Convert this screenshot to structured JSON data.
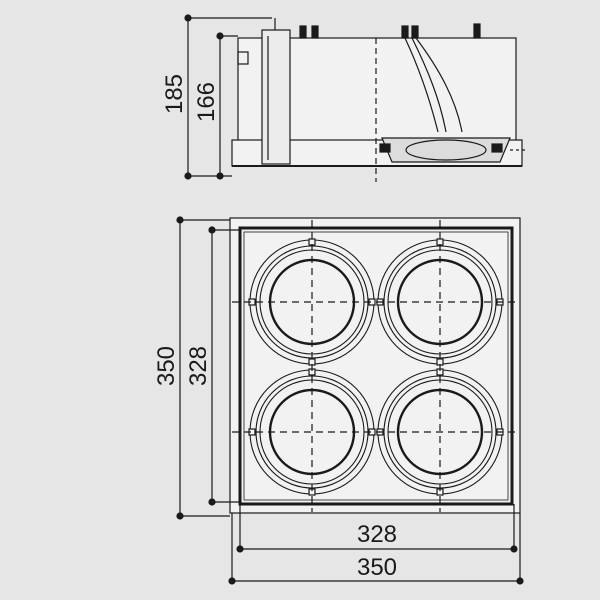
{
  "drawing": {
    "colors": {
      "background": "#e6e6e6",
      "line": "#1a1a1a",
      "panel": "#f2f2f2"
    },
    "side_view": {
      "height_total": "185",
      "height_body": "166"
    },
    "top_view": {
      "outer_height": "350",
      "inner_height": "328",
      "inner_width": "328",
      "outer_width": "350",
      "lamp_count": 4
    }
  }
}
